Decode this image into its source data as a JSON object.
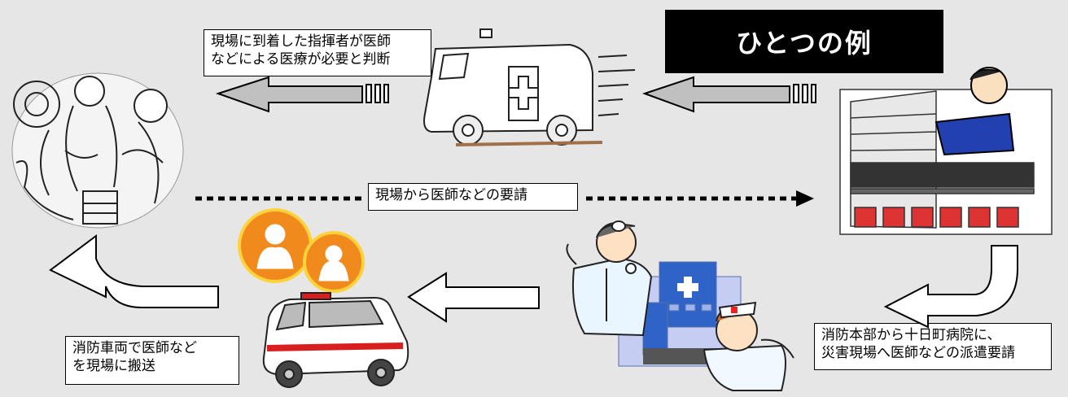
{
  "title": "ひとつの例",
  "labels": {
    "commander": [
      "現場に到着した指揮者が医師",
      "などによる医療が必要と判断"
    ],
    "request": "現場から医師などの要請",
    "dispatch": [
      "消防本部から十日町病院に、",
      "災害現場へ医師などの派遣要請"
    ],
    "transport": [
      "消防車両で医師など",
      "を現場に搬送"
    ]
  },
  "colors": {
    "background": "#e6e6e6",
    "arrow_gray": "#c0c0c0",
    "arrow_white": "#ffffff",
    "medallion": "#f08a1c",
    "hospital_blue": "#2f63c8",
    "ambulance_red": "#d81e1e"
  },
  "icons": [
    "rescue-scene-icon",
    "fire-station-icon",
    "ambulance-icon",
    "hospital-icon",
    "doctor-icon",
    "nurse-icon",
    "medical-staff-badge-icon"
  ]
}
